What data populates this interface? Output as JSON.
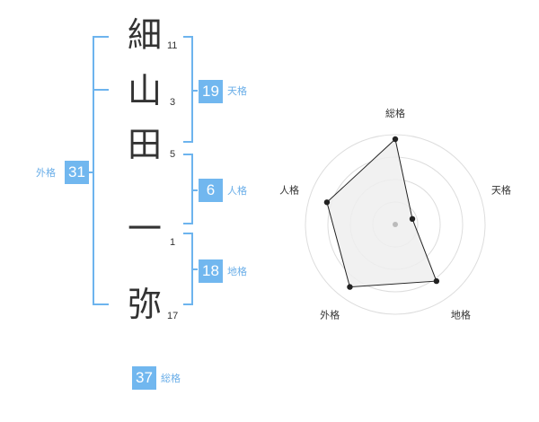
{
  "name_chars": [
    {
      "char": "細",
      "strokes": "11"
    },
    {
      "char": "山",
      "strokes": "3"
    },
    {
      "char": "田",
      "strokes": "5"
    },
    {
      "char": "一",
      "strokes": "1"
    },
    {
      "char": "弥",
      "strokes": "17"
    }
  ],
  "fortunes": {
    "tenkaku": {
      "value": "19",
      "label": "天格"
    },
    "jinkaku": {
      "value": "6",
      "label": "人格"
    },
    "chikaku": {
      "value": "18",
      "label": "地格"
    },
    "gaikaku": {
      "value": "31",
      "label": "外格"
    },
    "soukaku": {
      "value": "37",
      "label": "総格"
    }
  },
  "radar": {
    "axes": [
      "総格",
      "天格",
      "地格",
      "外格",
      "人格"
    ],
    "levels": 4,
    "values": [
      0.95,
      0.2,
      0.78,
      0.86,
      0.8
    ]
  },
  "colors": {
    "accent": "#71b7ef",
    "accent_text": "#6aaee8",
    "bracket": "#6db4ee",
    "text": "#333333",
    "grid": "#dddddd",
    "radar_fill": "#efefef",
    "radar_line": "#222222"
  }
}
